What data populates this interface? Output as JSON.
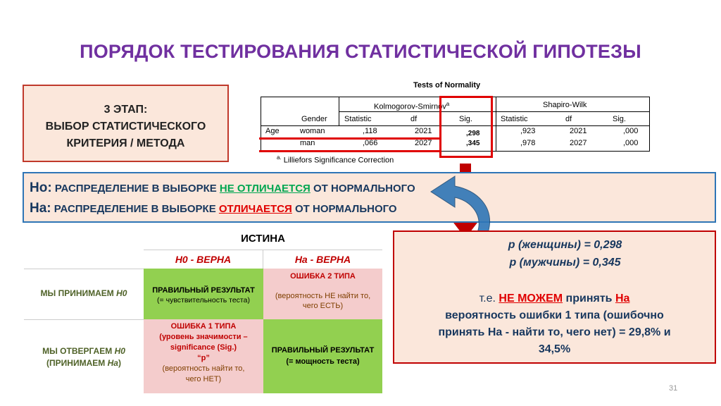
{
  "title": "ПОРЯДОК ТЕСТИРОВАНИЯ СТАТИСТИЧЕСКОЙ ГИПОТЕЗЫ",
  "stage_box": {
    "line1": "3 ЭТАП:",
    "line2": "ВЫБОР СТАТИСТИЧЕСКОГО",
    "line3": "КРИТЕРИЯ / МЕТОДА"
  },
  "spss": {
    "title": "Tests of Normality",
    "ks_header": "Kolmogorov-Smirnov",
    "ks_sup": "a",
    "sw_header": "Shapiro-Wilk",
    "gender_label": "Gender",
    "col_headers": [
      "Statistic",
      "df",
      "Sig.",
      "Statistic",
      "df",
      "Sig."
    ],
    "var_label": "Age",
    "rows": [
      {
        "group": "woman",
        "ks_stat": ",118",
        "ks_df": "2021",
        "ks_sig": ",298",
        "sw_stat": ",923",
        "sw_df": "2021",
        "sw_sig": ",000"
      },
      {
        "group": "man",
        "ks_stat": ",066",
        "ks_df": "2027",
        "ks_sig": ",345",
        "sw_stat": ",978",
        "sw_df": "2027",
        "sw_sig": ",000"
      }
    ],
    "footnote_mark": "a.",
    "footnote": "Lilliefors Significance Correction"
  },
  "hypotheses": {
    "h0_label": "Ho:",
    "h0_pre": "РАСПРЕДЕЛЕНИЕ В ВЫБОРКЕ",
    "h0_key": "НЕ ОТЛИЧАЕТСЯ",
    "h0_post": "ОТ НОРМАЛЬНОГО",
    "ha_label": "На:",
    "ha_pre": "РАСПРЕДЕЛЕНИЕ В ВЫБОРКЕ",
    "ha_key": "ОТЛИЧАЕТСЯ",
    "ha_post": "ОТ НОРМАЛЬНОГО"
  },
  "matrix": {
    "truth_header": "ИСТИНА",
    "col1": "Н0 - ВЕРНА",
    "col2": "На - ВЕРНА",
    "row1_label_pre": "МЫ ПРИНИМАЕМ ",
    "row1_label_em": "Н0",
    "row2_label_line1_pre": "МЫ ОТВЕРГАЕМ ",
    "row2_label_line1_em": "Н0",
    "row2_label_line2_pre": "(ПРИНИМАЕМ ",
    "row2_label_line2_em": "На",
    "row2_label_line2_post": ")",
    "c11_title": "ПРАВИЛЬНЫЙ РЕЗУЛЬТАТ",
    "c11_sub": "(= чувствительность теста)",
    "c12_title": "ОШИБКА 2 ТИПА",
    "c12_sub1": "(вероятность НЕ найти то,",
    "c12_sub2": "чего ЕСТЬ)",
    "c21_title": "ОШИБКА 1 ТИПА",
    "c21_l2": "(уровень значимости –",
    "c21_l3": "significance (Sig.)",
    "c21_l4": "“р”",
    "c21_l5": "(вероятность найти то,",
    "c21_l6": "чего НЕТ)",
    "c22_title": "ПРАВИЛЬНЫЙ РЕЗУЛЬТАТ",
    "c22_sub": "(= мощность теста)"
  },
  "result": {
    "p_women": "р (женщины) = 0,298",
    "p_men": "р (мужчины) = 0,345",
    "conclusion_pre": "т.е.",
    "conclusion_key": "НЕ МОЖЕМ",
    "conclusion_mid": "принять",
    "conclusion_ha": "На",
    "line2": "вероятность ошибки 1 типа (ошибочно",
    "line3": "принять На - найти то, чего нет) = 29,8% и",
    "line4": "34,5%"
  },
  "page_number": "31",
  "colors": {
    "title": "#7030a0",
    "navy": "#17375e",
    "red": "#e00000",
    "green_cell": "#92d050",
    "pink_cell": "#f4cccc",
    "peach": "#fbe7db",
    "blue_border": "#2e75b6"
  }
}
